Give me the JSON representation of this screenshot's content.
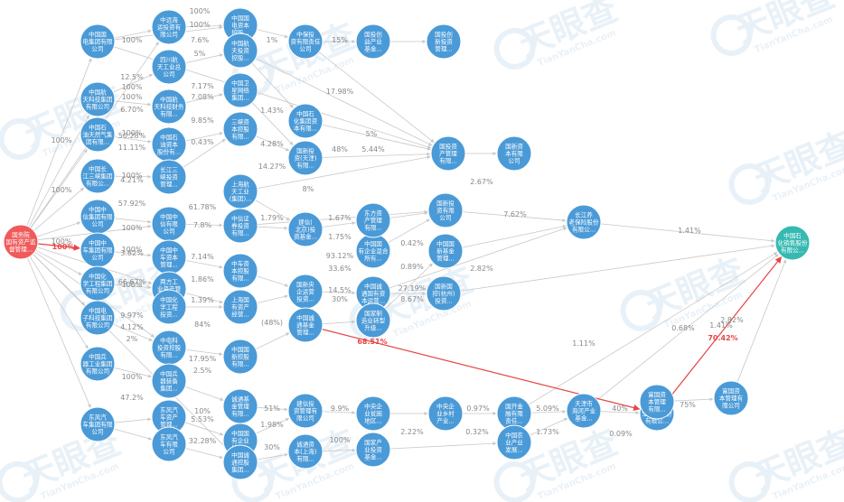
{
  "colors": {
    "node": "#4a9ad7",
    "source": "#f05a5a",
    "target": "#35b9b2",
    "edge": "#c8c8c8",
    "highlight": "#e84545",
    "watermark": "#e9f1f8"
  },
  "watermark": {
    "text": "天眼查",
    "sub": "TianYanCha.com"
  },
  "nodes": [
    {
      "id": "src",
      "lines": [
        "国务院",
        "国有资产监",
        "督管理..."
      ],
      "kind": "source"
    },
    {
      "id": "tgt",
      "lines": [
        "中国石",
        "化销售股份",
        "有限公..."
      ],
      "kind": "target"
    },
    {
      "id": "a1",
      "lines": [
        "中国国",
        "电集团有限",
        "公司"
      ]
    },
    {
      "id": "a2",
      "lines": [
        "中国航",
        "天科技集团",
        "有限公司"
      ]
    },
    {
      "id": "a3",
      "lines": [
        "中国石",
        "油天然气集",
        "团有限..."
      ]
    },
    {
      "id": "a4",
      "lines": [
        "中国长",
        "江三峡集团",
        "有限公..."
      ]
    },
    {
      "id": "a5",
      "lines": [
        "中国中",
        "信集团有限",
        "公司"
      ]
    },
    {
      "id": "a6",
      "lines": [
        "中国中",
        "车集团有限",
        "公司"
      ]
    },
    {
      "id": "a7",
      "lines": [
        "中国化",
        "学工程集团",
        "有限公司"
      ]
    },
    {
      "id": "a8",
      "lines": [
        "中国电",
        "子科技集团",
        "有限公司"
      ]
    },
    {
      "id": "a9",
      "lines": [
        "中国兵",
        "器工业集团",
        "有限公司"
      ]
    },
    {
      "id": "a10",
      "lines": [
        "东风汽",
        "车集团有限",
        "公司"
      ]
    },
    {
      "id": "b1",
      "lines": [
        "中远海",
        "运投资有",
        "限公司"
      ]
    },
    {
      "id": "b2",
      "lines": [
        "四川航",
        "天工业总",
        "公司"
      ]
    },
    {
      "id": "b3",
      "lines": [
        "中国航",
        "天科技财务",
        "有限..."
      ]
    },
    {
      "id": "b4",
      "lines": [
        "中国石",
        "油资本",
        "股份有..."
      ]
    },
    {
      "id": "b5",
      "lines": [
        "长江三",
        "峡投资",
        "管理..."
      ]
    },
    {
      "id": "b6",
      "lines": [
        "中国中",
        "信有限",
        "公司"
      ]
    },
    {
      "id": "b7",
      "lines": [
        "中国中",
        "车资本",
        "管理..."
      ]
    },
    {
      "id": "b8",
      "lines": [
        "两方工",
        "业资产管",
        "理有限..."
      ]
    },
    {
      "id": "b9",
      "lines": [
        "中国化",
        "学工程",
        "投资..."
      ]
    },
    {
      "id": "b10",
      "lines": [
        "中电科",
        "投资控股",
        "有限..."
      ]
    },
    {
      "id": "b11",
      "lines": [
        "中国兵",
        "器装备",
        "集团..."
      ]
    },
    {
      "id": "b12",
      "lines": [
        "东风汽",
        "车资产",
        "管理..."
      ]
    },
    {
      "id": "b13",
      "lines": [
        "东风汽",
        "车有限",
        "公司"
      ]
    },
    {
      "id": "c1",
      "lines": [
        "中国国",
        "电资本",
        "控股..."
      ]
    },
    {
      "id": "c2",
      "lines": [
        "中国航",
        "天投资",
        "控股..."
      ]
    },
    {
      "id": "c3",
      "lines": [
        "中国卫",
        "星网络",
        "集团..."
      ]
    },
    {
      "id": "c4",
      "lines": [
        "三峡资",
        "本控股",
        "有限..."
      ]
    },
    {
      "id": "c5",
      "lines": [
        "上海航",
        "天工业",
        "(集团)..."
      ]
    },
    {
      "id": "c6",
      "lines": [
        "中信证",
        "券投资",
        "有限..."
      ]
    },
    {
      "id": "c7",
      "lines": [
        "中车资",
        "本控股",
        "有限..."
      ]
    },
    {
      "id": "c8",
      "lines": [
        "上海国",
        "有资产",
        "经营..."
      ]
    },
    {
      "id": "c9",
      "lines": [
        "中国国",
        "新控股",
        "有限..."
      ]
    },
    {
      "id": "c10",
      "lines": [
        "诚通基",
        "金管理",
        "有限..."
      ]
    },
    {
      "id": "c11",
      "lines": [
        "中国国",
        "有企业",
        "结构..."
      ]
    },
    {
      "id": "c12",
      "lines": [
        "中国诚",
        "通控股",
        "集团..."
      ]
    },
    {
      "id": "d1",
      "lines": [
        "中保投",
        "资有限责任",
        "公司"
      ]
    },
    {
      "id": "d2",
      "lines": [
        "中国石",
        "化集团资",
        "本有限..."
      ]
    },
    {
      "id": "d3",
      "lines": [
        "国新投",
        "资(天津)",
        "有限..."
      ]
    },
    {
      "id": "d4",
      "lines": [
        "建信(",
        "北京)投",
        "资基金..."
      ]
    },
    {
      "id": "d5",
      "lines": [
        "国新央",
        "企运营",
        "投资..."
      ]
    },
    {
      "id": "d6",
      "lines": [
        "中国诚",
        "通基金",
        "管理..."
      ]
    },
    {
      "id": "d7",
      "lines": [
        "建信投",
        "资管理有",
        "限公司"
      ]
    },
    {
      "id": "d8",
      "lines": [
        "诚通资",
        "本(上海)",
        "有限..."
      ]
    },
    {
      "id": "e1",
      "lines": [
        "国投创",
        "益产业",
        "基金..."
      ]
    },
    {
      "id": "e2",
      "lines": [
        "中国国",
        "有企业混合",
        "所有..."
      ]
    },
    {
      "id": "e3",
      "lines": [
        "中国诚",
        "通国有资",
        "本运营..."
      ]
    },
    {
      "id": "e4",
      "lines": [
        "国家制",
        "造业转型",
        "升级..."
      ]
    },
    {
      "id": "e5",
      "lines": [
        "中央企",
        "业贫困",
        "地区..."
      ]
    },
    {
      "id": "e6",
      "lines": [
        "国家产",
        "业投资",
        "基金..."
      ]
    },
    {
      "id": "e7",
      "lines": [
        "东方资",
        "产管理",
        "有限..."
      ]
    },
    {
      "id": "f1",
      "lines": [
        "国投创",
        "新投资",
        "管理..."
      ]
    },
    {
      "id": "f2",
      "lines": [
        "国新投",
        "资有限",
        "公司"
      ]
    },
    {
      "id": "f3",
      "lines": [
        "中国国",
        "新基金",
        "管理..."
      ]
    },
    {
      "id": "f4",
      "lines": [
        "中央企",
        "业乡村",
        "产业..."
      ]
    },
    {
      "id": "g1",
      "lines": [
        "国投资",
        "产管理",
        "有限..."
      ]
    },
    {
      "id": "g2",
      "lines": [
        "国新国",
        "控(杭州)",
        "投资..."
      ]
    },
    {
      "id": "h1",
      "lines": [
        "国新资",
        "本有限",
        "公司"
      ]
    },
    {
      "id": "h2",
      "lines": [
        "国开金",
        "融有限",
        "责任..."
      ]
    },
    {
      "id": "h3",
      "lines": [
        "中国农",
        "业产业",
        "发展..."
      ]
    },
    {
      "id": "i1",
      "lines": [
        "长江养",
        "老保险股份",
        "有限公..."
      ]
    },
    {
      "id": "j1",
      "lines": [
        "天津市",
        "海河产业",
        "基金..."
      ]
    },
    {
      "id": "j2",
      "lines": [
        "中国石",
        "油化工股份",
        "有限公..."
      ]
    },
    {
      "id": "j3",
      "lines": [
        "富国资",
        "本管理",
        "有限..."
      ]
    },
    {
      "id": "k1",
      "lines": [
        "富国资",
        "本管理有",
        "限公司"
      ]
    }
  ],
  "edge_labels": [
    "100%",
    "100%",
    "100%",
    "100%",
    "100%",
    "100%",
    "100%",
    "100%",
    "100%",
    "100%",
    "100%",
    "100%",
    "12.5%",
    "7.6%",
    "5%",
    "6.70%",
    "50.28%",
    "11.11%",
    "4.21%",
    "57.92%",
    "3.82%",
    "66.67%",
    "9.97%",
    "4.12%",
    "2%",
    "47.2%",
    "100%",
    "100%",
    "7.17%",
    "7.08%",
    "9.85%",
    "0.43%",
    "61.78%",
    "7.8%",
    "7.14%",
    "1.86%",
    "1.39%",
    "84%",
    "17.95%",
    "2.5%",
    "10%",
    "5.53%",
    "32.28%",
    "1%",
    "15%",
    "17.98%",
    "5%",
    "48%",
    "5.44%",
    "1.43%",
    "4.28%",
    "14.27%",
    "8%",
    "1.79%",
    "1.67%",
    "1.75%",
    "93.12%",
    "33.6%",
    "14.5%",
    "30%",
    "(48%)",
    "51%",
    "1.98%",
    "30%",
    "9.9%",
    "100%",
    "2.22%",
    "0.32%",
    "1.73%",
    "0.97%",
    "5.09%",
    "0.09%",
    "40%",
    "75%",
    "0.42%",
    "0.89%",
    "2.82%",
    "27.19%",
    "8.67%",
    "2.67%",
    "7.62%",
    "1.41%",
    "0.68%",
    "1.11%",
    "1.41%",
    "2.82%",
    "70.42%",
    "68.51%"
  ]
}
